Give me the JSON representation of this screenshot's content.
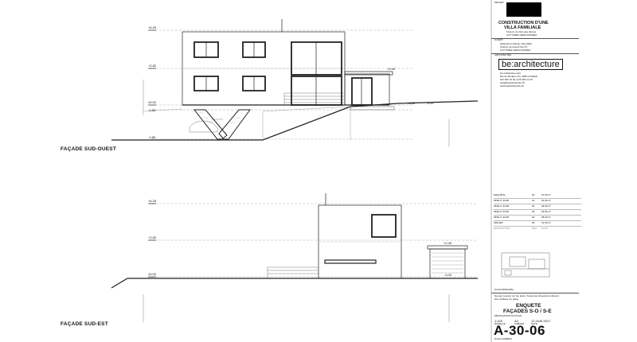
{
  "views": {
    "sw_label": "FAÇADE SUD-OUEST",
    "se_label": "FAÇADE SUD-EST",
    "sw_levels": [
      "+6.25",
      "+2.82",
      "±0.00",
      "-0.38",
      "-2.86"
    ],
    "sw_markers": [
      "+0.40",
      "-0.05",
      "-0.37"
    ],
    "se_levels": [
      "+6.25",
      "+2.82",
      "±0.00"
    ],
    "se_markers": [
      "+2.40",
      "-0.02"
    ]
  },
  "title_block": {
    "projet_label": "PROJET",
    "project_title_1": "CONSTRUCTION D'UNE",
    "project_title_2": "VILLA FAMILIALE",
    "project_address_1": "Chemin du Clos des Vernes",
    "project_address_2": "1477 PREZ-VERS-SIVIRIEZ",
    "client_label": "CLIENT",
    "client_lines": [
      "Déborah et Damien GILLARD",
      "Chemin du Grand Clos 57",
      "1477 PREZ-VERS-SIVIRIEZ"
    ],
    "architects_label": "ARCHITECTES",
    "logo_text": "be:architecture",
    "architect_lines": [
      "be:architecture sàrl",
      "Rte de Moudon 12 | 1680 LUCENS",
      "021 653 15 40 | 079 306 14 16",
      "bea@bearchitecture.ch",
      "www.bearchitecture.ch"
    ],
    "revisions": [
      {
        "desc": "ENQUÊTE",
        "rev": "00",
        "date": "07.06.17"
      },
      {
        "desc": "MISE À JOUR",
        "rev": "01",
        "date": "20.06.17"
      },
      {
        "desc": "MISE À JOUR",
        "rev": "02",
        "date": "28.06.17"
      },
      {
        "desc": "MISE À JOUR",
        "rev": "03",
        "date": "29.06.17"
      },
      {
        "desc": "MISE À JOUR",
        "rev": "04",
        "date": "08.09.17"
      },
      {
        "desc": "PROJET",
        "rev": "05",
        "date": "13.09.17"
      }
    ],
    "rev_headers": [
      "DESCRIPTION",
      "REV",
      "DATE"
    ],
    "plan_principal_label": "PLAN PRINCIPAL",
    "note_1": "Ne pas mesurer sur les plans. Toutes les dimensions doivent",
    "note_2": "être vérifiées sur place.",
    "phase": "ENQUETE",
    "sheet_title": "FAÇADES S-O / S-E",
    "designation_label": "DÉSIGNATION DU PLAN",
    "scale": "1:100",
    "format": "A3",
    "date": "12.JUIN.2017",
    "scale_label": "ÉCHELLE",
    "format_label": "FORMAT",
    "date_label": "DATE",
    "sheet_number": "A-30-06",
    "plan_number_label": "PLAN NUMÉRO"
  }
}
